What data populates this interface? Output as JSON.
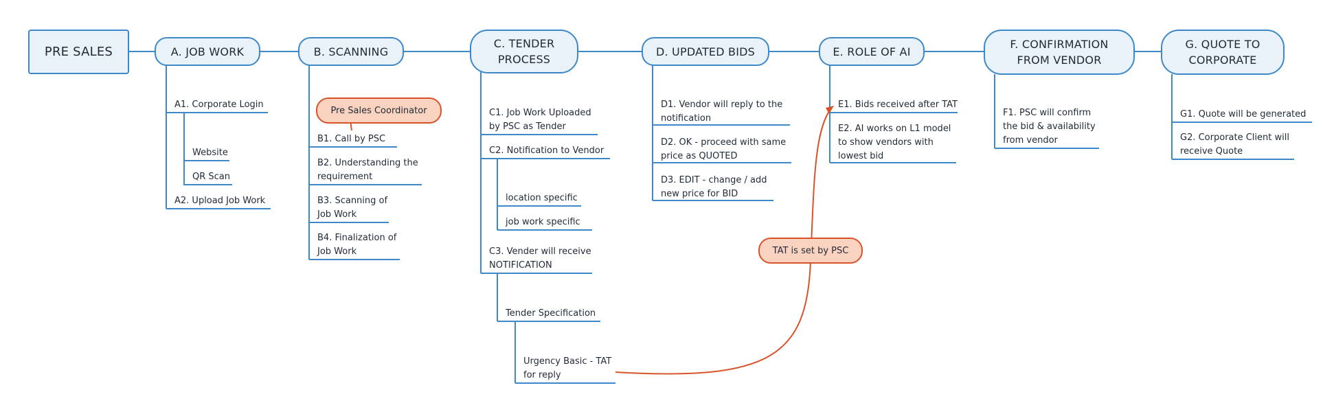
{
  "root": "PRE SALES",
  "cats": {
    "a": "A. JOB WORK",
    "b": "B. SCANNING",
    "c": [
      "C. TENDER",
      "PROCESS"
    ],
    "d": "D. UPDATED BIDS",
    "e": "E. ROLE OF AI",
    "f": [
      "F. CONFIRMATION",
      "FROM VENDOR"
    ],
    "g": [
      "G. QUOTE TO",
      "CORPORATE"
    ]
  },
  "items": {
    "a1": "A1. Corporate Login",
    "a1a": "Website",
    "a1b": "QR Scan",
    "a2": "A2. Upload Job Work",
    "b1": "B1. Call by PSC",
    "b2": [
      "B2. Understanding the",
      "requirement"
    ],
    "b3": [
      "B3. Scanning of",
      "Job Work"
    ],
    "b4": [
      "B4. Finalization of",
      "Job Work"
    ],
    "c1": [
      "C1. Job Work Uploaded",
      "by PSC as Tender"
    ],
    "c2": "C2. Notification to Vendor",
    "c2a": "location specific",
    "c2b": "job work specific",
    "c3": [
      "C3. Vender will receive",
      "NOTIFICATION"
    ],
    "c3a": "Tender Specification",
    "c3b": [
      "Urgency Basic - TAT",
      "for reply"
    ],
    "d1": [
      "D1. Vendor will reply to the",
      "notification"
    ],
    "d2": [
      "D2. OK - proceed with same",
      "price as QUOTED"
    ],
    "d3": [
      "D3. EDIT - change / add",
      "new price for BID"
    ],
    "e1": "E1. Bids received after TAT",
    "e2": [
      "E2. AI works on L1 model",
      "to show vendors with",
      "lowest bid"
    ],
    "f1": [
      "F1. PSC will confirm",
      "the bid & availability",
      "from vendor"
    ],
    "g1": "G1. Quote will be generated",
    "g2": [
      "G2. Corporate Client will",
      "receive Quote"
    ]
  },
  "callouts": {
    "psc": "Pre Sales Coordinator",
    "tat": "TAT is set by PSC"
  },
  "colors": {
    "node_fill": "#e9f1f9",
    "node_border": "#3d88c8",
    "line": "#3d88c8",
    "callout_fill": "#f9d2c0",
    "callout_border": "#d9532a"
  }
}
